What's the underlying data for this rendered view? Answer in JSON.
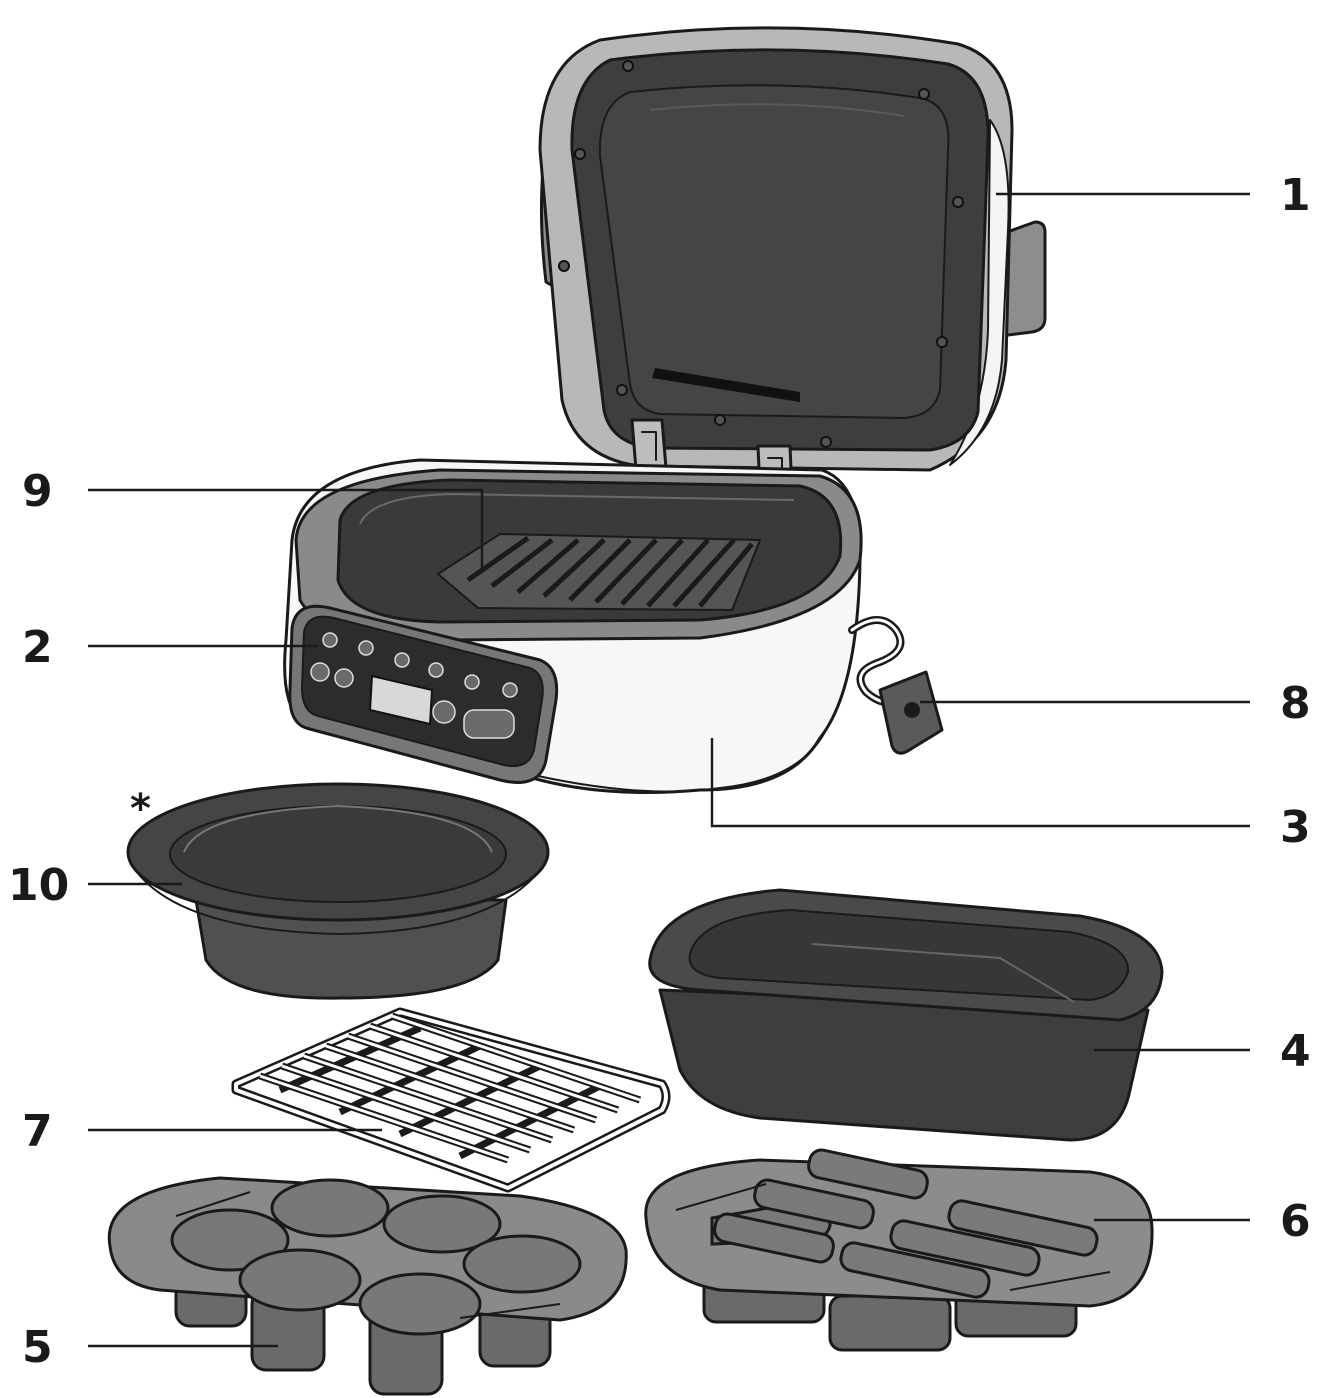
{
  "callouts": [
    {
      "id": "1",
      "label": "1",
      "part": "lid"
    },
    {
      "id": "2",
      "label": "2",
      "part": "control-panel"
    },
    {
      "id": "3",
      "label": "3",
      "part": "main-body"
    },
    {
      "id": "4",
      "label": "4",
      "part": "baking-dish"
    },
    {
      "id": "5",
      "label": "5",
      "part": "muffin-tray"
    },
    {
      "id": "6",
      "label": "6",
      "part": "bar-tray"
    },
    {
      "id": "7",
      "label": "7",
      "part": "wire-rack"
    },
    {
      "id": "8",
      "label": "8",
      "part": "power-cord"
    },
    {
      "id": "9",
      "label": "9",
      "part": "grill-plate"
    },
    {
      "id": "10",
      "label": "10",
      "part": "round-bowl"
    }
  ],
  "optional_marker": "*",
  "colors": {
    "outline": "#1a1a1a",
    "dark_surface": "#3c3c3c",
    "mid_gray": "#6e6e6e",
    "light_gray": "#a4a4a4",
    "body_white": "#f7f7f7"
  }
}
